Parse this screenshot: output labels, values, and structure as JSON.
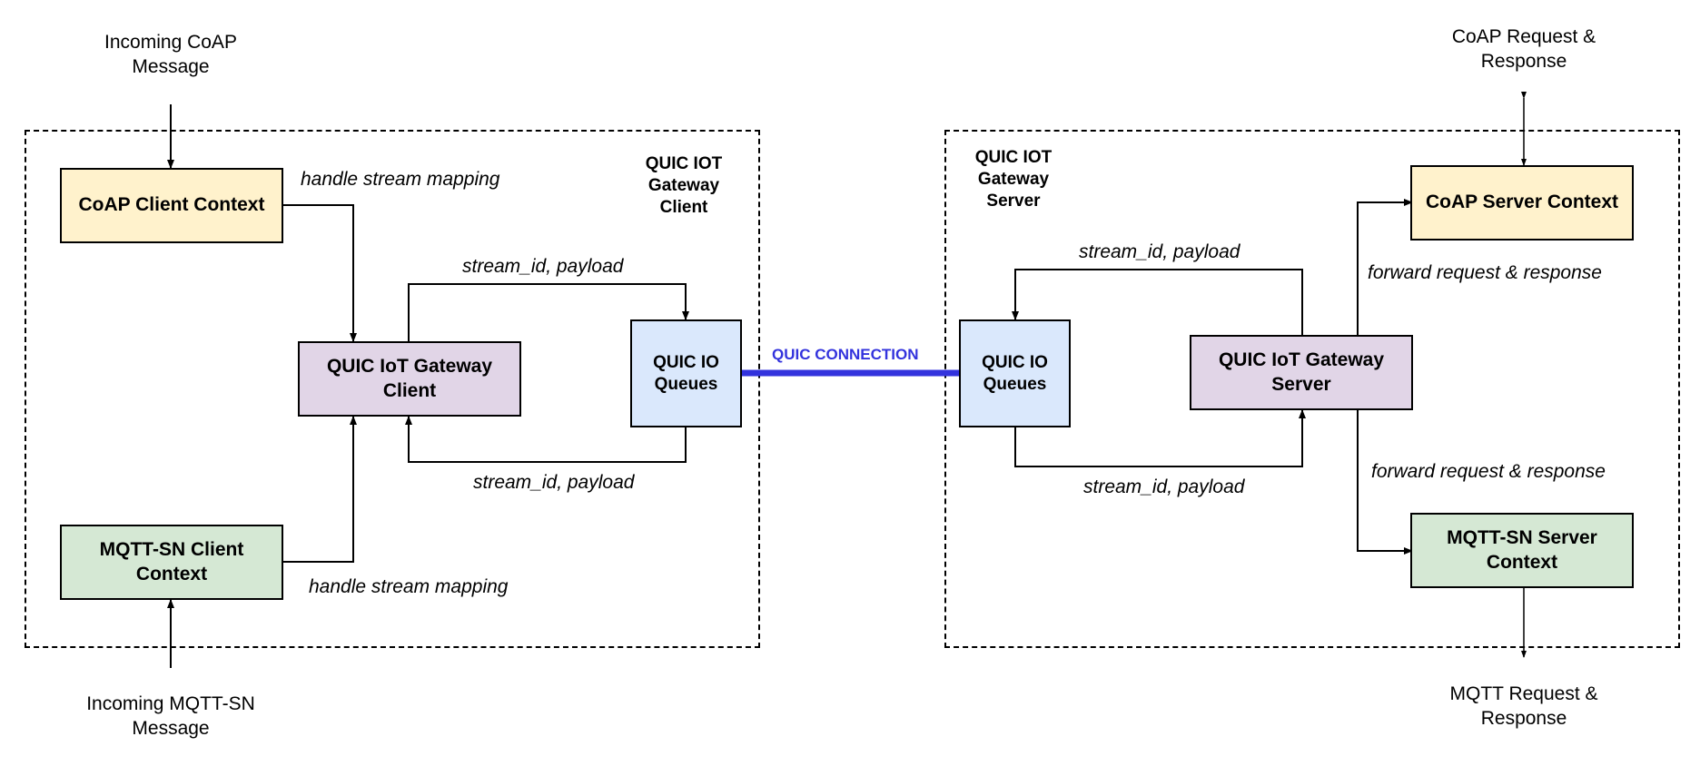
{
  "incoming": {
    "coap": "Incoming CoAP\nMessage",
    "mqttsn": "Incoming MQTT-SN\nMessage"
  },
  "client": {
    "group_title": "QUIC IOT\nGateway\nClient",
    "coap_context": "CoAP Client Context",
    "mqttsn_context": "MQTT-SN Client\nContext",
    "gateway": "QUIC IoT Gateway\nClient",
    "queues": "QUIC IO\nQueues",
    "label_stream_mapping_top": "handle stream mapping",
    "label_stream_mapping_bottom": "handle stream mapping",
    "label_stream_top": "stream_id, payload",
    "label_stream_bottom": "stream_id, payload",
    "colors": {
      "coap": "#fff2cc",
      "mqttsn": "#d5e8d4",
      "gateway": "#e1d5e7",
      "queues": "#dae8fc"
    }
  },
  "connection": {
    "label": "QUIC CONNECTION",
    "color": "#3333dd"
  },
  "server": {
    "group_title": "QUIC IOT\nGateway\nServer",
    "coap_context": "CoAP Server Context",
    "mqttsn_context": "MQTT-SN Server\nContext",
    "gateway": "QUIC IoT Gateway\nServer",
    "queues": "QUIC IO\nQueues",
    "label_forward_top": "forward request & response",
    "label_forward_bottom": "forward request & response",
    "label_stream_top": "stream_id, payload",
    "label_stream_bottom": "stream_id, payload"
  },
  "external": {
    "coap": "CoAP Request &\nResponse",
    "mqtt": "MQTT Request &\nResponse"
  }
}
